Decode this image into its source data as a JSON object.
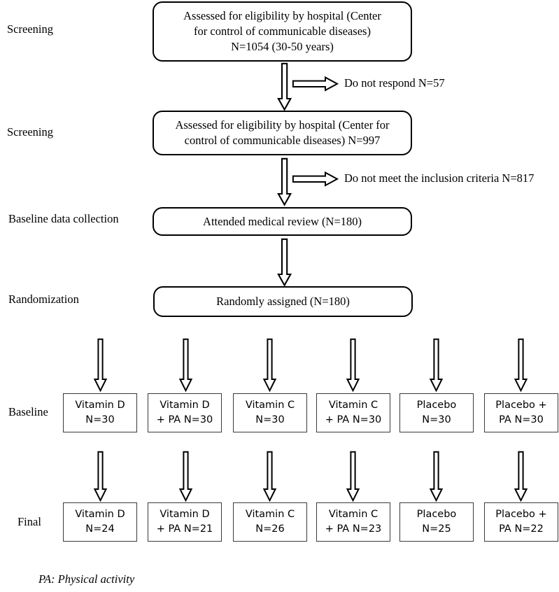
{
  "diagram": {
    "title": "CONSORT participant flow diagram",
    "footnote": "PA: Physical activity",
    "colors": {
      "stroke": "#000000",
      "box_fill": "#ffffff",
      "group_box_stroke": "#3a3a3a",
      "text": "#000000"
    }
  },
  "stage_labels": [
    {
      "id": "screening-1",
      "label": "Screening"
    },
    {
      "id": "screening-2",
      "label": "Screening"
    },
    {
      "id": "baseline-data-collection",
      "label": "Baseline data collection"
    },
    {
      "id": "randomization",
      "label": "Randomization"
    },
    {
      "id": "baseline",
      "label": "Baseline"
    },
    {
      "id": "final",
      "label": "Final"
    }
  ],
  "flow_boxes": [
    {
      "id": "assessed-1",
      "lines": [
        "Assessed for eligibility by hospital (Center",
        "for control of communicable diseases)",
        "N=1054 (30-50 years)"
      ]
    },
    {
      "id": "assessed-2",
      "lines": [
        "Assessed for eligibility by hospital (Center for",
        "control of communicable diseases) N=997"
      ]
    },
    {
      "id": "attended-medical-review",
      "lines": [
        "Attended medical review (N=180)"
      ]
    },
    {
      "id": "randomly-assigned",
      "lines": [
        "Randomly assigned (N=180)"
      ]
    }
  ],
  "exclusions": [
    {
      "id": "do-not-respond",
      "label": "Do not respond N=57"
    },
    {
      "id": "inclusion-criteria",
      "label": "Do not meet the inclusion criteria N=817"
    }
  ],
  "baseline_groups": [
    {
      "id": "vitamin-d",
      "lines": [
        "Vitamin D",
        "N=30"
      ]
    },
    {
      "id": "vitamin-d-pa",
      "lines": [
        "Vitamin D",
        "+ PA N=30"
      ]
    },
    {
      "id": "vitamin-c",
      "lines": [
        "Vitamin C",
        "N=30"
      ]
    },
    {
      "id": "vitamin-c-pa",
      "lines": [
        "Vitamin C",
        "+ PA N=30"
      ]
    },
    {
      "id": "placebo",
      "lines": [
        "Placebo",
        "N=30"
      ]
    },
    {
      "id": "placebo-pa",
      "lines": [
        "Placebo +",
        "PA N=30"
      ]
    }
  ],
  "final_groups": [
    {
      "id": "vitamin-d",
      "lines": [
        "Vitamin D",
        "N=24"
      ]
    },
    {
      "id": "vitamin-d-pa",
      "lines": [
        "Vitamin D",
        "+ PA N=21"
      ]
    },
    {
      "id": "vitamin-c",
      "lines": [
        "Vitamin C",
        "N=26"
      ]
    },
    {
      "id": "vitamin-c-pa",
      "lines": [
        "Vitamin C",
        "+ PA N=23"
      ]
    },
    {
      "id": "placebo",
      "lines": [
        "Placebo",
        "N=25"
      ]
    },
    {
      "id": "placebo-pa",
      "lines": [
        "Placebo +",
        "PA N=22"
      ]
    }
  ],
  "chart_data": {
    "type": "diagram",
    "title": "CONSORT participant flow",
    "nodes": [
      {
        "stage": "Screening",
        "text": "Assessed for eligibility by hospital (Center for control of communicable diseases) N=1054 (30-50 years)",
        "n": 1054
      },
      {
        "stage": "Screening",
        "text": "Assessed for eligibility by hospital (Center for control of communicable diseases) N=997",
        "n": 997
      },
      {
        "stage": "Baseline data collection",
        "text": "Attended medical review (N=180)",
        "n": 180
      },
      {
        "stage": "Randomization",
        "text": "Randomly assigned (N=180)",
        "n": 180
      }
    ],
    "exclusions": [
      {
        "reason": "Do not respond",
        "n": 57
      },
      {
        "reason": "Do not meet the inclusion criteria",
        "n": 817
      }
    ],
    "arms": [
      {
        "name": "Vitamin D",
        "baseline": 30,
        "final": 24
      },
      {
        "name": "Vitamin D + PA",
        "baseline": 30,
        "final": 21
      },
      {
        "name": "Vitamin C",
        "baseline": 30,
        "final": 26
      },
      {
        "name": "Vitamin C + PA",
        "baseline": 30,
        "final": 23
      },
      {
        "name": "Placebo",
        "baseline": 30,
        "final": 25
      },
      {
        "name": "Placebo + PA",
        "baseline": 30,
        "final": 22
      }
    ],
    "abbreviation_note": "PA: Physical activity"
  }
}
